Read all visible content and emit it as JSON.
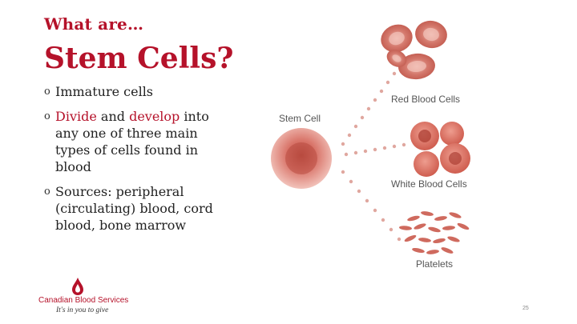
{
  "header": {
    "kicker": "What are…",
    "title": "Stem Cells?"
  },
  "bullets": [
    {
      "marker": "o",
      "parts": [
        {
          "text": "Immature cells",
          "highlight": false
        }
      ]
    },
    {
      "marker": "o",
      "parts": [
        {
          "text": "Divide",
          "highlight": true
        },
        {
          "text": " and ",
          "highlight": false
        },
        {
          "text": "develop",
          "highlight": true
        },
        {
          "text": " into any one of three main types of cells found in blood",
          "highlight": false
        }
      ]
    },
    {
      "marker": "o",
      "parts": [
        {
          "text": "Sources: peripheral (circulating) blood, cord blood, bone marrow",
          "highlight": false
        }
      ]
    }
  ],
  "diagram": {
    "stem_label": "Stem Cell",
    "red_label": "Red Blood Cells",
    "white_label": "White Blood Cells",
    "platelets_label": "Platelets"
  },
  "footer": {
    "logo_name": "Canadian Blood Services",
    "logo_tagline": "It's in you to give",
    "page_number": "25"
  },
  "colors": {
    "accent": "#b5122a",
    "cell": "#d9756a",
    "dots": "#e0a79f"
  }
}
